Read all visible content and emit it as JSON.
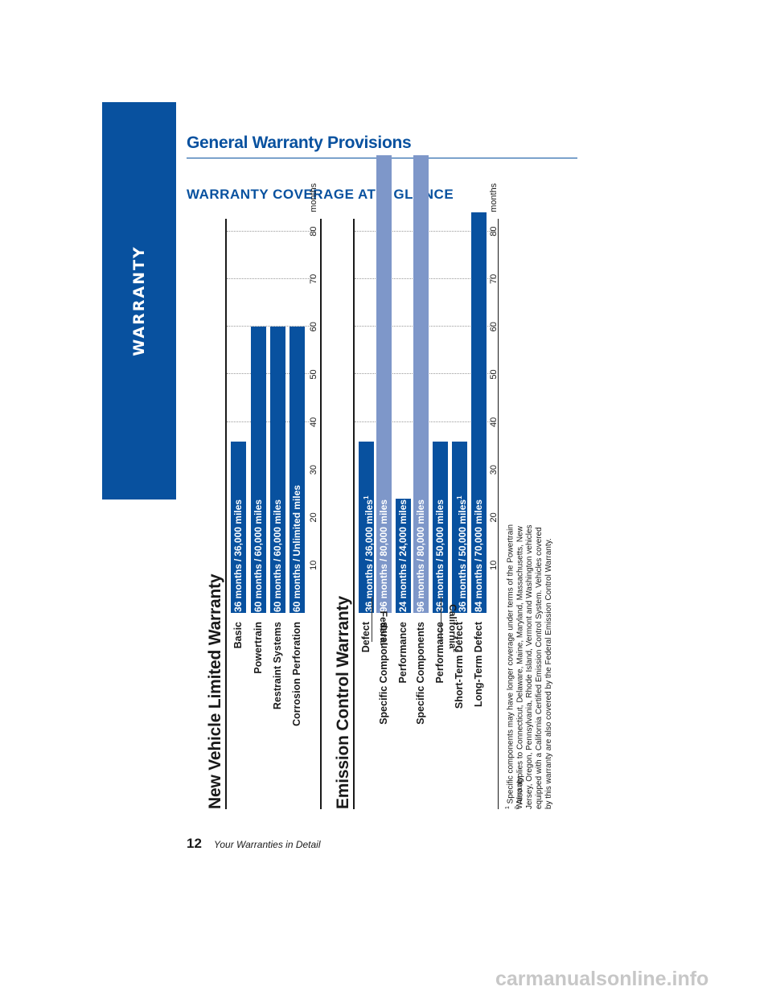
{
  "side_tab": {
    "label": "WARRANTY"
  },
  "header": {
    "title": "General Warranty Provisions",
    "subtitle": "WARRANTY COVERAGE AT A GLANCE"
  },
  "colors": {
    "primary_blue": "#08519f",
    "light_blue": "#7e97c9"
  },
  "new_vehicle": {
    "title": "New Vehicle Limited Warranty",
    "rows": [
      {
        "label": "Basic",
        "months": 36,
        "months_text": "36 months",
        "miles_text": "36,000 miles",
        "color": "#08519f"
      },
      {
        "label": "Powertrain",
        "months": 60,
        "months_text": "60 months",
        "miles_text": "60,000 miles",
        "color": "#08519f"
      },
      {
        "label": "Restraint Systems",
        "months": 60,
        "months_text": "60 months",
        "miles_text": "60,000 miles",
        "color": "#08519f"
      },
      {
        "label": "Corrosion Perforation",
        "months": 60,
        "months_text": "60 months",
        "miles_text": "Unlimited miles",
        "color": "#08519f"
      }
    ],
    "axis": {
      "ticks": [
        "10",
        "20",
        "30",
        "40",
        "50",
        "60",
        "70",
        "80"
      ],
      "unit": "months"
    }
  },
  "emission": {
    "title": "Emission Control Warranty",
    "groups": [
      {
        "label": "Federal",
        "sup": ""
      },
      {
        "label": "California",
        "sup": "2"
      }
    ],
    "rows": [
      {
        "label": "Defect",
        "months": 36,
        "months_text": "36 months",
        "miles_text": "36,000 miles",
        "sup": "1",
        "color": "#08519f"
      },
      {
        "label": "Specific Components",
        "months": 96,
        "months_text": "96 months",
        "miles_text": "80,000 miles",
        "sup": "",
        "color": "#7e97c9"
      },
      {
        "label": "Performance",
        "months": 24,
        "months_text": "24 months",
        "miles_text": "24,000 miles",
        "sup": "",
        "color": "#08519f"
      },
      {
        "label": "Specific Components",
        "months": 96,
        "months_text": "96 months",
        "miles_text": "80,000 miles",
        "sup": "",
        "color": "#7e97c9"
      },
      {
        "label": "Performance",
        "months": 36,
        "months_text": "36 months",
        "miles_text": "50,000 miles",
        "sup": "",
        "color": "#08519f"
      },
      {
        "label": "Short-Term Defect",
        "months": 36,
        "months_text": "36 months",
        "miles_text": "50,000 miles",
        "sup": "1",
        "color": "#08519f"
      },
      {
        "label": "Long-Term Defect",
        "months": 84,
        "months_text": "84 months",
        "miles_text": "70,000 miles",
        "sup": "",
        "color": "#08519f"
      }
    ],
    "axis": {
      "ticks": [
        "10",
        "20",
        "30",
        "40",
        "50",
        "60",
        "70",
        "80"
      ],
      "unit": "months"
    }
  },
  "footnotes": {
    "note1": "Specific components may have longer coverage under terms of the Powertrain Warranty.",
    "note2": "Also applies to Connecticut, Delaware, Maine, Maryland, Massachusetts, New Jersey, Oregon, Pennsylvania, Rhode Island, Vermont and Washington vehicles equipped with a California Certified Emission Control System. Vehicles covered by this warranty are also covered by the Federal Emission Control Warranty."
  },
  "footer": {
    "page_number": "12",
    "text": "Your Warranties in Detail"
  },
  "watermark": "carmanualsonline.info"
}
